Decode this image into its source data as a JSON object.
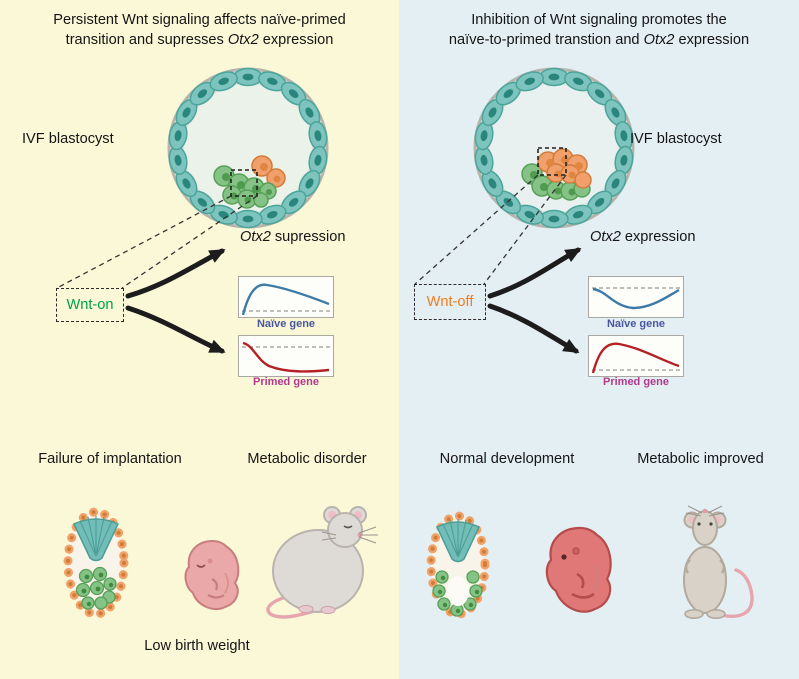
{
  "left": {
    "title_line1": "Persistent Wnt signaling affects naïve-primed",
    "title_line2_pre": "transition and supresses ",
    "title_gene": "Otx2",
    "title_line2_post": " expression",
    "ivf_label": "IVF blastocyst",
    "wnt_label": "Wnt-on",
    "outcome_gene": "Otx2",
    "outcome_rest": " supression",
    "naive_label": "Naïve gene",
    "primed_label": "Primed gene",
    "bottom_left": "Failure of implantation",
    "bottom_right": "Metabolic disorder",
    "bottom_note": "Low birth weight",
    "bg_color": "#fbf8d7"
  },
  "right": {
    "title_line1": "Inhibition of Wnt signaling promotes the",
    "title_line2_pre": "naïve-to-primed transtion and ",
    "title_gene": "Otx2",
    "title_line2_post": " expression",
    "ivf_label": "IVF blastocyst",
    "wnt_label": "Wnt-off",
    "outcome_gene": "Otx2",
    "outcome_rest": " expression",
    "naive_label": "Naïve gene",
    "primed_label": "Primed gene",
    "bottom_left": "Normal development",
    "bottom_right": "Metabolic improved",
    "bg_color": "#e4eff4"
  },
  "colors": {
    "wnt_on_text": "#00a04e",
    "wnt_off_text": "#f07d1f",
    "naive_gene_text": "#4a56a0",
    "primed_gene_text": "#b03a8c",
    "naive_curve": "#3d7ba6",
    "primed_curve": "#b42025",
    "trophectoderm_cell": "#7cc4bd",
    "icm_green_cell": "#85c285",
    "icm_orange_cell": "#f2a06b"
  }
}
